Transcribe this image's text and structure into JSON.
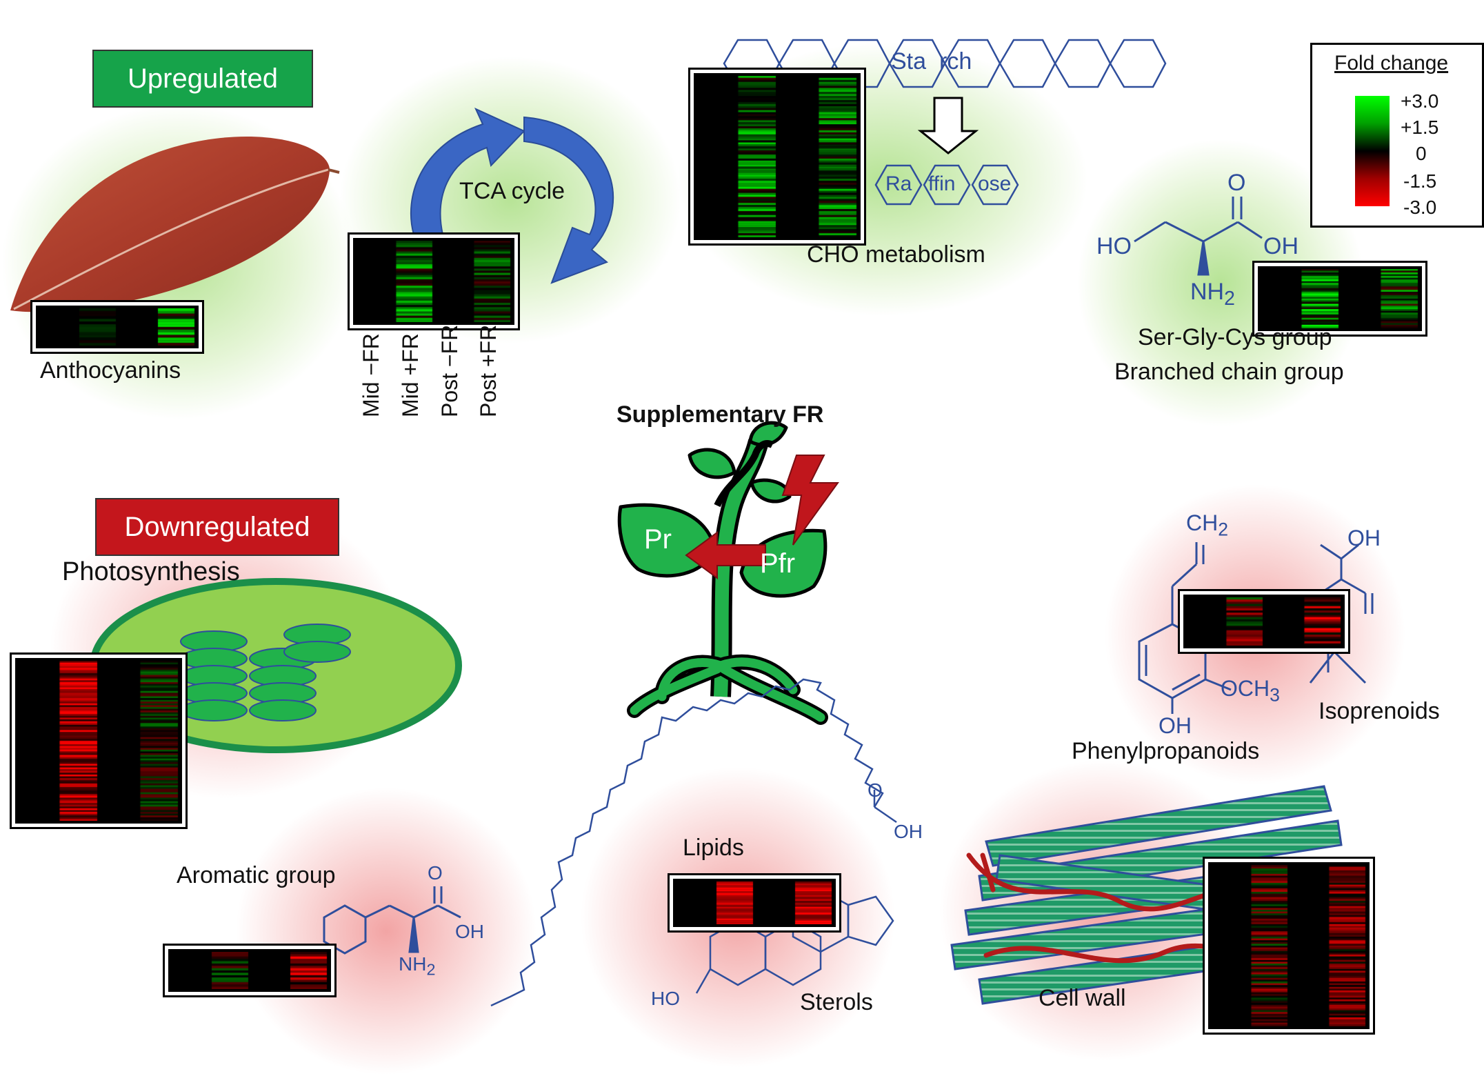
{
  "badges": {
    "upregulated": "Upregulated",
    "downregulated": "Downregulated"
  },
  "colors": {
    "up_badge": "#16a34a",
    "down_badge": "#c4161c",
    "structure_blue": "#2f4e9c",
    "plant_green": "#21b24b",
    "arrow_red": "#c0161c",
    "cycle_blue": "#3a66c4",
    "chloroplast_fill": "#92d050",
    "cellwall_green": "#1f9a67"
  },
  "legend": {
    "title": "Fold change",
    "ticks": [
      "+3.0",
      "+1.5",
      "0",
      "-1.5",
      "-3.0"
    ]
  },
  "heatmap_columns": [
    "Mid −FR",
    "Mid +FR",
    "Post −FR",
    "Post +FR"
  ],
  "labels": {
    "anthocyanins": "Anthocyanins",
    "tca": "TCA cycle",
    "cho": "CHO metabolism",
    "ser_gly": "Ser-Gly-Cys group",
    "branched": "Branched chain group",
    "supplementary": "Supplementary FR",
    "pr": "Pr",
    "pfr": "Pfr",
    "photosynthesis": "Photosynthesis",
    "phenylpropanoids": "Phenylpropanoids",
    "isoprenoids": "Isoprenoids",
    "aromatic": "Aromatic group",
    "lipids": "Lipids",
    "sterols": "Sterols",
    "cellwall": "Cell wall"
  },
  "starch": [
    "Sta",
    "rch"
  ],
  "raffinose": [
    "Ra",
    "ffin",
    "ose"
  ],
  "chem": {
    "ho": "HO",
    "oh": "OH",
    "o": "O",
    "nh2": "NH",
    "sub2": "2",
    "ch2": "CH",
    "och3": "OCH",
    "sub3": "3"
  },
  "heatmaps": [
    {
      "id": "anthocyanins",
      "rows": 14,
      "cols": [
        [
          0,
          0,
          0
        ],
        [
          0.05,
          0.15,
          0.25
        ],
        [
          0,
          0,
          0
        ],
        [
          0.35,
          0.7,
          0.25
        ]
      ]
    },
    {
      "id": "tca",
      "rows": 38,
      "cols": [
        [
          0,
          0,
          0
        ],
        [
          0.35,
          0.6,
          0.08
        ],
        [
          0,
          0,
          0
        ],
        [
          0.15,
          0.45,
          0.25
        ]
      ]
    },
    {
      "id": "cho",
      "rows": 80,
      "cols": [
        [
          0,
          0,
          0
        ],
        [
          0.35,
          0.55,
          0.12
        ],
        [
          0,
          0,
          0
        ],
        [
          0.3,
          0.5,
          0.2
        ]
      ]
    },
    {
      "id": "aminoacids",
      "rows": 34,
      "cols": [
        [
          0,
          0,
          0
        ],
        [
          0.45,
          0.6,
          0.05
        ],
        [
          0,
          0,
          0
        ],
        [
          0.25,
          0.55,
          0.2
        ]
      ]
    },
    {
      "id": "photosynthesis",
      "rows": 90,
      "cols": [
        [
          0,
          0,
          0
        ],
        [
          -0.65,
          0.55,
          0.05
        ],
        [
          0,
          0,
          0
        ],
        [
          0.0,
          0.45,
          0.2
        ]
      ]
    },
    {
      "id": "phenylpropanoids",
      "rows": 22,
      "cols": [
        [
          0,
          0,
          0
        ],
        [
          -0.2,
          0.6,
          0.25
        ],
        [
          0,
          0,
          0
        ],
        [
          -0.5,
          0.6,
          0.1
        ]
      ]
    },
    {
      "id": "aromatic",
      "rows": 16,
      "cols": [
        [
          0,
          0,
          0
        ],
        [
          0.05,
          0.4,
          0.25
        ],
        [
          0,
          0,
          0
        ],
        [
          -0.6,
          0.6,
          0.1
        ]
      ]
    },
    {
      "id": "lipids",
      "rows": 22,
      "cols": [
        [
          0,
          0,
          0
        ],
        [
          -0.8,
          0.3,
          0.02
        ],
        [
          0,
          0,
          0
        ],
        [
          -0.7,
          0.4,
          0.05
        ]
      ]
    },
    {
      "id": "cellwall",
      "rows": 90,
      "cols": [
        [
          0,
          0,
          0
        ],
        [
          -0.15,
          0.55,
          0.15
        ],
        [
          0,
          0,
          0
        ],
        [
          -0.35,
          0.5,
          0.15
        ]
      ]
    }
  ]
}
